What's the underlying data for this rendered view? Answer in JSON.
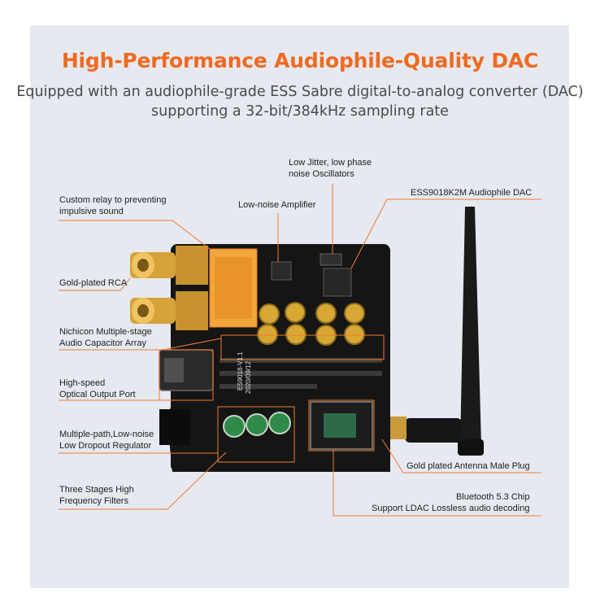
{
  "header": {
    "title": "High-Performance Audiophile-Quality DAC",
    "subtitle_line1": "Equipped with an audiophile-grade ESS Sabre digital-to-analog  converter (DAC)",
    "subtitle_line2": "supporting a 32-bit/384kHz sampling rate"
  },
  "callouts": {
    "relay": [
      "Custom relay to preventing",
      "impulsive sound"
    ],
    "rca": "Gold-plated RCA",
    "capacitor": [
      "Nichicon Multiple-stage",
      "Audio Capacitor Array"
    ],
    "optical": [
      "High-speed",
      "Optical Output Port"
    ],
    "regulator": [
      "Multiple-path,Low-noise",
      "Low Dropout Regulator"
    ],
    "filters": [
      "Three Stages High",
      "Frequency Filters"
    ],
    "oscillator": [
      "Low Jitter, low phase",
      "noise Oscillators"
    ],
    "amplifier": "Low-noise Amplifier",
    "dac_chip": "ESS9018K2M Audiophile DAC",
    "antenna": "Gold plated Antenna Male Plug",
    "bluetooth": [
      "Bluetooth 5.3 Chip",
      "Support LDAC Lossless audio decoding"
    ]
  },
  "board_silkscreen": {
    "model": "ES9018-V1.1",
    "date": "2020/09/12"
  },
  "colors": {
    "accent": "#f06a1f",
    "panel": "#e6e9f0",
    "pcb": "#141414",
    "gold": "#d7a437",
    "leader": "#f07a30"
  }
}
